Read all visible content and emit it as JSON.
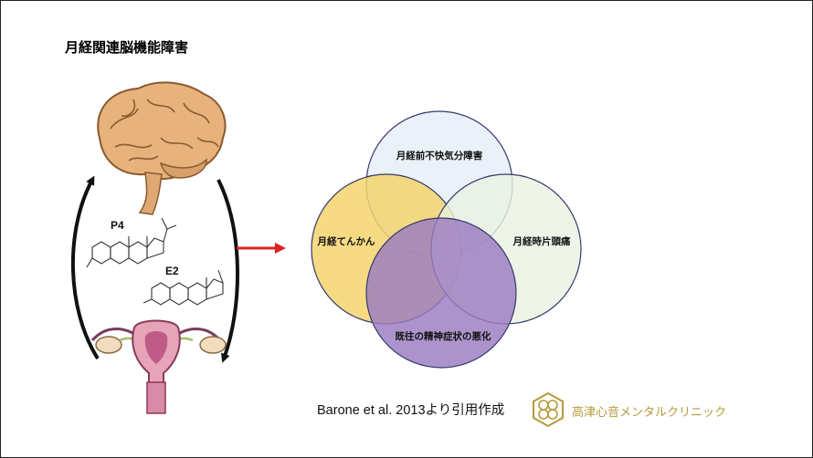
{
  "title": "月経関連脳機能障害",
  "hormones": {
    "p4": "P4",
    "e2": "E2"
  },
  "venn": {
    "top": "月経前不快気分障害",
    "left": "月経てんかん",
    "right": "月経時片頭痛",
    "bottom": "既往の精神症状の悪化"
  },
  "colors": {
    "top": "#e8f0f8",
    "left": "#f4d36e",
    "right": "#eaf2e2",
    "bottom": "#9b7bbf",
    "arrow_red": "#e02020",
    "logo_gold": "#b59a3a"
  },
  "citation": "Barone et al. 2013より引用作成",
  "logo": {
    "text": "高津心音メンタルクリニック",
    "icon": "clover-hexagon-logo-icon"
  }
}
